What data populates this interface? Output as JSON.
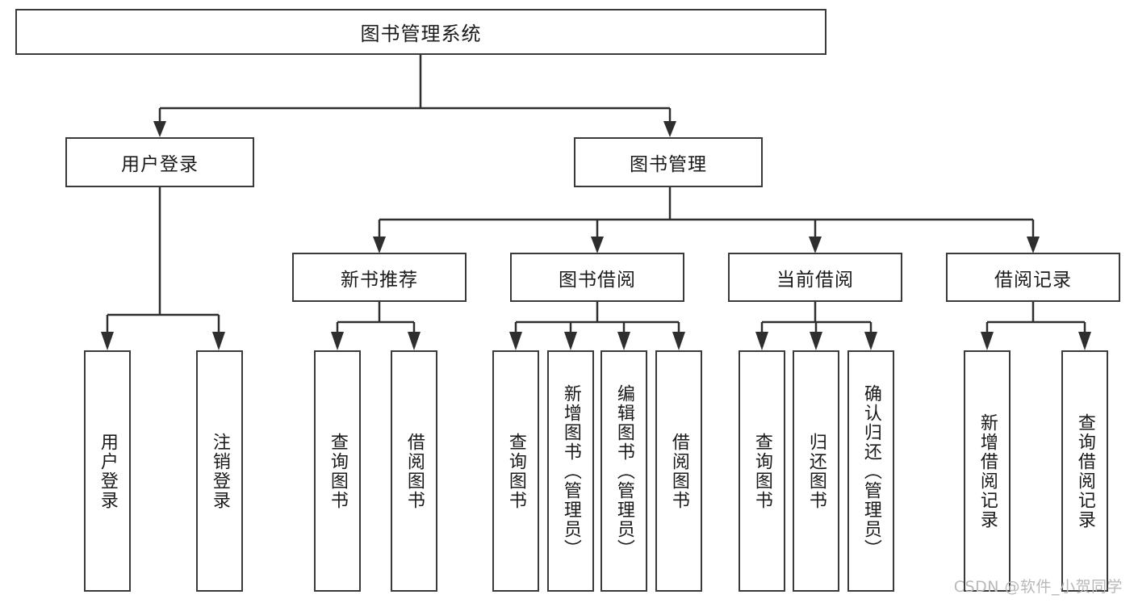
{
  "diagram": {
    "title": "图书管理系统",
    "type": "hierarchy-tree",
    "watermark": "CSDN @软件_小贺同学",
    "colors": {
      "box_border": "#3a3a3a",
      "box_fill": "#ffffff",
      "line": "#2e2e2e",
      "text": "#1a1a1a",
      "watermark": "#b8b8b8",
      "background": "#ffffff"
    },
    "levels": {
      "level1": [
        {
          "id": "root",
          "label": "图书管理系统",
          "orientation": "horizontal"
        }
      ],
      "level2": [
        {
          "id": "user-login",
          "label": "用户登录",
          "orientation": "horizontal"
        },
        {
          "id": "book-manage",
          "label": "图书管理",
          "orientation": "horizontal"
        }
      ],
      "level3": [
        {
          "id": "new-book-rec",
          "label": "新书推荐",
          "orientation": "horizontal",
          "parent": "book-manage"
        },
        {
          "id": "book-borrow",
          "label": "图书借阅",
          "orientation": "horizontal",
          "parent": "book-manage"
        },
        {
          "id": "current-borrow",
          "label": "当前借阅",
          "orientation": "horizontal",
          "parent": "book-manage"
        },
        {
          "id": "borrow-record",
          "label": "借阅记录",
          "orientation": "horizontal",
          "parent": "book-manage"
        }
      ],
      "level4": [
        {
          "id": "leaf-user-login",
          "label": "用户登录",
          "orientation": "vertical",
          "parent": "user-login"
        },
        {
          "id": "leaf-user-logout",
          "label": "注销登录",
          "orientation": "vertical",
          "parent": "user-login"
        },
        {
          "id": "leaf-query-book-1",
          "label": "查询图书",
          "orientation": "vertical",
          "parent": "new-book-rec"
        },
        {
          "id": "leaf-borrow-book-1",
          "label": "借阅图书",
          "orientation": "vertical",
          "parent": "new-book-rec"
        },
        {
          "id": "leaf-query-book-2",
          "label": "查询图书",
          "orientation": "vertical",
          "parent": "book-borrow"
        },
        {
          "id": "leaf-add-book",
          "label": "新增图书（管理员）",
          "orientation": "vertical",
          "parent": "book-borrow"
        },
        {
          "id": "leaf-edit-book",
          "label": "编辑图书（管理员）",
          "orientation": "vertical",
          "parent": "book-borrow"
        },
        {
          "id": "leaf-borrow-book-2",
          "label": "借阅图书",
          "orientation": "vertical",
          "parent": "book-borrow"
        },
        {
          "id": "leaf-query-book-3",
          "label": "查询图书",
          "orientation": "vertical",
          "parent": "current-borrow"
        },
        {
          "id": "leaf-return-book",
          "label": "归还图书",
          "orientation": "vertical",
          "parent": "current-borrow"
        },
        {
          "id": "leaf-confirm-return",
          "label": "确认归还（管理员）",
          "orientation": "vertical",
          "parent": "current-borrow"
        },
        {
          "id": "leaf-add-record",
          "label": "新增借阅记录",
          "orientation": "vertical",
          "parent": "borrow-record"
        },
        {
          "id": "leaf-query-record",
          "label": "查询借阅记录",
          "orientation": "vertical",
          "parent": "borrow-record"
        }
      ]
    }
  }
}
